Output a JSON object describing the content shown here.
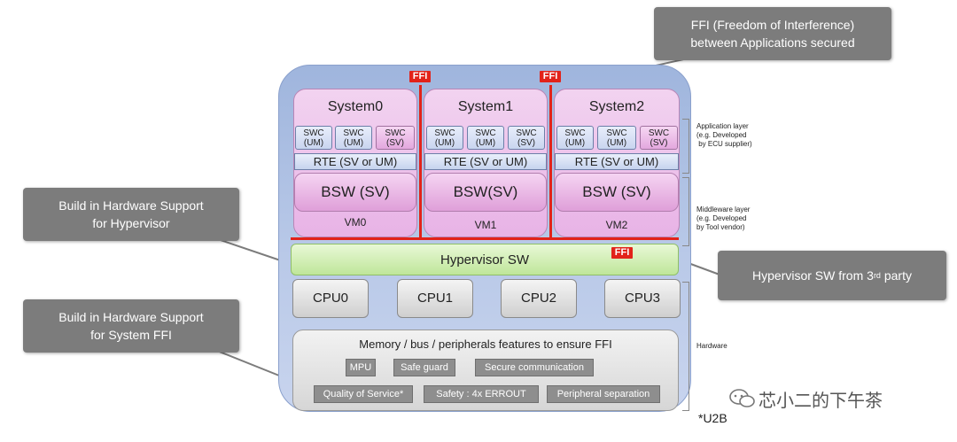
{
  "systems": [
    {
      "title": "System0",
      "swc": [
        "SWC\n(UM)",
        "SWC\n(UM)",
        "SWC\n(SV)"
      ],
      "rte": "RTE (SV or UM)",
      "bsw": "BSW (SV)",
      "vm": "VM0"
    },
    {
      "title": "System1",
      "swc": [
        "SWC\n(UM)",
        "SWC\n(UM)",
        "SWC\n(SV)"
      ],
      "rte": "RTE (SV or UM)",
      "bsw": "BSW(SV)",
      "vm": "VM1"
    },
    {
      "title": "System2",
      "swc": [
        "SWC\n(UM)",
        "SWC\n(UM)",
        "SWC\n(SV)"
      ],
      "rte": "RTE (SV or UM)",
      "bsw": "BSW (SV)",
      "vm": "VM2"
    }
  ],
  "ffi_label": "FFI",
  "hypervisor": "Hypervisor SW",
  "cpus": [
    "CPU0",
    "CPU1",
    "CPU2",
    "CPU3"
  ],
  "hardware": {
    "title": "Memory / bus / peripherals features to ensure FFI",
    "row1": [
      "MPU",
      "Safe guard",
      "Secure communication"
    ],
    "row2": [
      "Quality of Service*",
      "Safety : 4x ERROUT",
      "Peripheral separation"
    ]
  },
  "layers": {
    "application": "Application layer\n(e.g. Developed\n by ECU supplier)",
    "middleware": "Middleware layer\n(e.g. Developed\nby Tool vendor)",
    "hardware": "Hardware"
  },
  "callouts": {
    "ffi_top": "FFI (Freedom of Interference)\nbetween Applications secured",
    "hw_hyp": "Build in Hardware Support\nfor Hypervisor",
    "hw_ffi": "Build in Hardware Support\nfor System FFI",
    "hyp_third_a": "Hypervisor SW from 3",
    "hyp_third_sup": "rd",
    "hyp_third_b": " party"
  },
  "watermark": "芯小二的下午茶",
  "footnote": "*U2B",
  "colors": {
    "red": "#e2231a",
    "callout": "#7c7c7c",
    "hypervisor": "#bfe69a",
    "system": "#e8b3e6"
  }
}
